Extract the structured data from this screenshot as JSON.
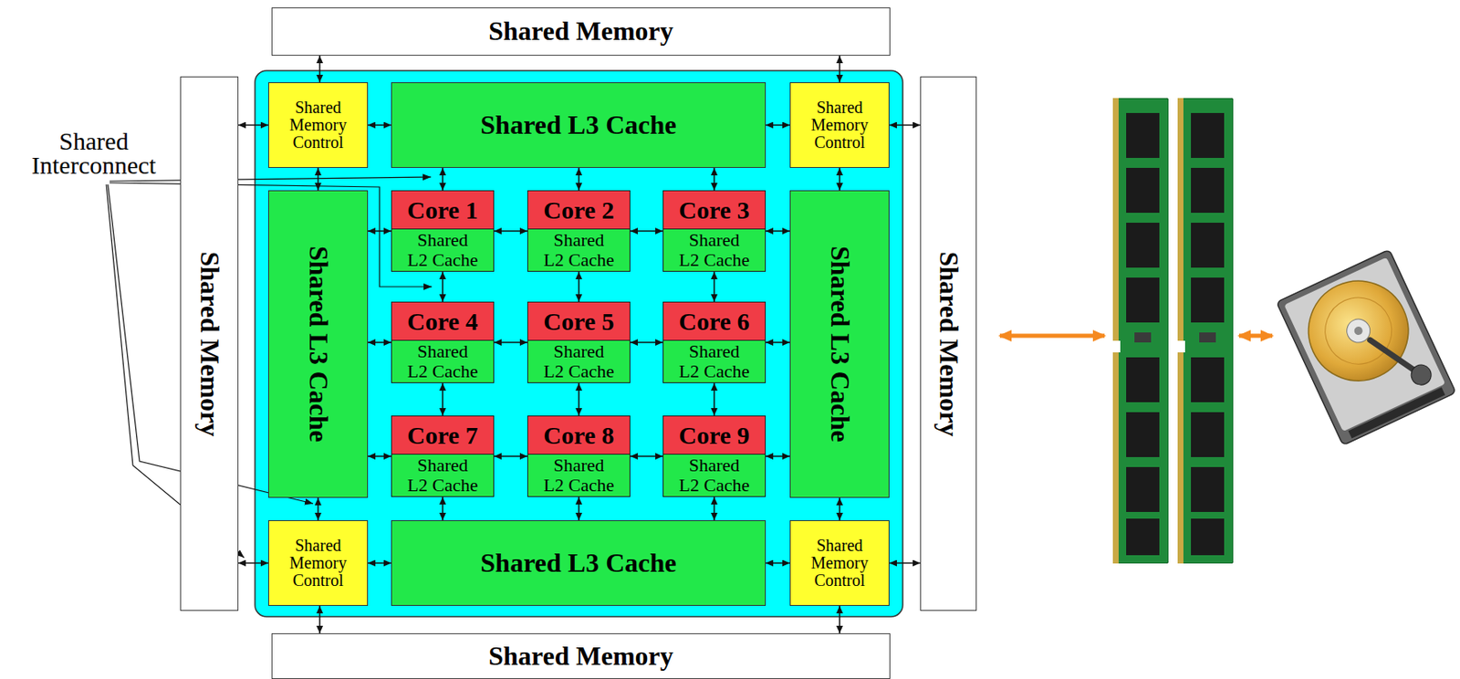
{
  "diagram": {
    "nodes": [
      {
        "text": [
          "Shared Memory"
        ]
      },
      {
        "text": [
          "Shared Memory"
        ]
      },
      {
        "text": [
          "Shared Memory Control"
        ]
      },
      {
        "text": [
          "Shared L3 Cache"
        ]
      },
      {
        "text": [
          "Shared Memory Control"
        ]
      },
      {
        "text": [
          "Shared Memory"
        ]
      },
      {
        "text": [
          "Shared L3 Cache"
        ]
      },
      {
        "text": [
          "Core 1",
          "Shared L2 Cache"
        ]
      },
      {
        "text": [
          "Core 2",
          "Shared L2 Cache"
        ]
      },
      {
        "text": [
          "Core 3",
          "Shared L2 Cache"
        ]
      },
      {
        "text": [
          "Core 4",
          "Shared L2 Cache"
        ]
      },
      {
        "text": [
          "Core 5",
          "Shared L2 Cache"
        ]
      },
      {
        "text": [
          "Core 6",
          "Shared L2 Cache"
        ]
      },
      {
        "text": [
          "Core 7",
          "Shared L2 Cache"
        ]
      },
      {
        "text": [
          "Core 8",
          "Shared L2 Cache"
        ]
      },
      {
        "text": [
          "Core 9",
          "Shared L2 Cache"
        ]
      },
      {
        "text": [
          "Shared L3 Cache"
        ]
      },
      {
        "text": [
          "Shared Memory Control"
        ]
      },
      {
        "text": [
          "Shared L3 Cache"
        ]
      },
      {
        "text": [
          "Shared Memory Control"
        ]
      },
      {
        "text": [
          "Shared Memory"
        ]
      }
    ],
    "edges": [
      {
        "from": 0,
        "to": 2,
        "arrow": "both"
      },
      {
        "from": 0,
        "to": 4,
        "arrow": "both"
      },
      {
        "from": 1,
        "to": 2,
        "arrow": "both"
      },
      {
        "from": 2,
        "to": 3,
        "arrow": "both"
      },
      {
        "from": 3,
        "to": 4,
        "arrow": "both"
      },
      {
        "from": 4,
        "to": 5,
        "arrow": "both"
      },
      {
        "from": 2,
        "to": 6,
        "arrow": "both"
      },
      {
        "from": 4,
        "to": 16,
        "arrow": "both"
      },
      {
        "from": 3,
        "to": 7,
        "arrow": "both"
      },
      {
        "from": 3,
        "to": 8,
        "arrow": "both"
      },
      {
        "from": 3,
        "to": 9,
        "arrow": "both"
      },
      {
        "from": 6,
        "to": 7,
        "arrow": "both"
      },
      {
        "from": 7,
        "to": 8,
        "arrow": "both"
      },
      {
        "from": 8,
        "to": 9,
        "arrow": "both"
      },
      {
        "from": 9,
        "to": 16,
        "arrow": "both"
      },
      {
        "from": 7,
        "to": 10,
        "arrow": "both"
      },
      {
        "from": 8,
        "to": 11,
        "arrow": "both"
      },
      {
        "from": 9,
        "to": 12,
        "arrow": "both"
      },
      {
        "from": 6,
        "to": 10,
        "arrow": "both"
      },
      {
        "from": 10,
        "to": 11,
        "arrow": "both"
      },
      {
        "from": 11,
        "to": 12,
        "arrow": "both"
      },
      {
        "from": 12,
        "to": 16,
        "arrow": "both"
      },
      {
        "from": 10,
        "to": 13,
        "arrow": "both"
      },
      {
        "from": 11,
        "to": 14,
        "arrow": "both"
      },
      {
        "from": 12,
        "to": 15,
        "arrow": "both"
      },
      {
        "from": 6,
        "to": 13,
        "arrow": "both"
      },
      {
        "from": 13,
        "to": 14,
        "arrow": "both"
      },
      {
        "from": 14,
        "to": 15,
        "arrow": "both"
      },
      {
        "from": 15,
        "to": 16,
        "arrow": "both"
      },
      {
        "from": 13,
        "to": 18,
        "arrow": "both"
      },
      {
        "from": 14,
        "to": 18,
        "arrow": "both"
      },
      {
        "from": 15,
        "to": 18,
        "arrow": "both"
      },
      {
        "from": 6,
        "to": 17,
        "arrow": "both"
      },
      {
        "from": 16,
        "to": 19,
        "arrow": "both"
      },
      {
        "from": 1,
        "to": 17,
        "arrow": "both"
      },
      {
        "from": 17,
        "to": 18,
        "arrow": "both"
      },
      {
        "from": 18,
        "to": 19,
        "arrow": "both"
      },
      {
        "from": 19,
        "to": 5,
        "arrow": "both"
      },
      {
        "from": 17,
        "to": 20,
        "arrow": "both"
      },
      {
        "from": 19,
        "to": 20,
        "arrow": "both"
      }
    ],
    "labels": [
      "Shared Interconnect"
    ]
  }
}
